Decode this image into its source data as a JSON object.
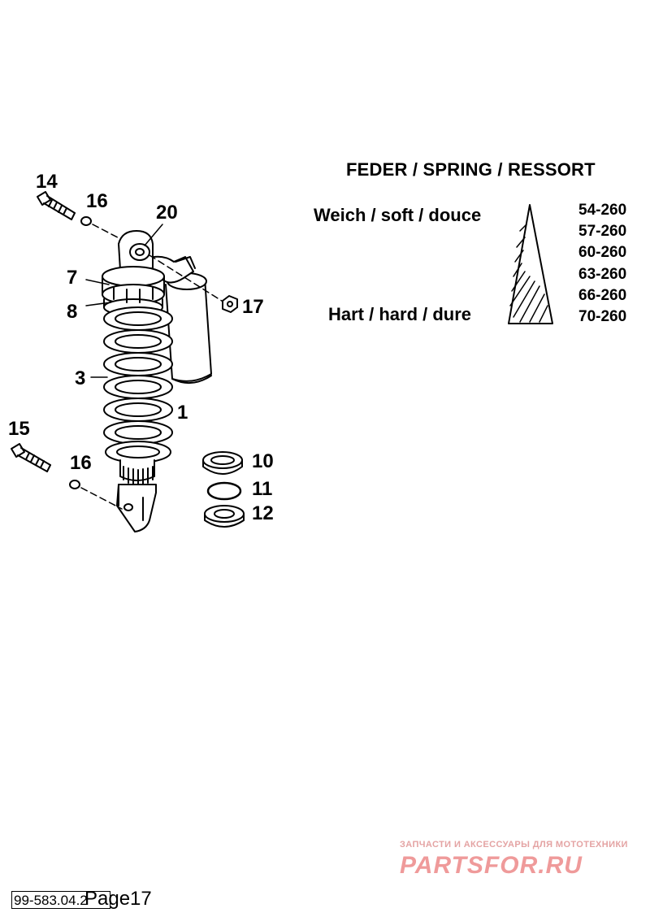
{
  "callouts": [
    {
      "id": "14",
      "text": "14"
    },
    {
      "id": "16a",
      "text": "16"
    },
    {
      "id": "20",
      "text": "20"
    },
    {
      "id": "7",
      "text": "7"
    },
    {
      "id": "17",
      "text": "17"
    },
    {
      "id": "8",
      "text": "8"
    },
    {
      "id": "3",
      "text": "3"
    },
    {
      "id": "1",
      "text": "1"
    },
    {
      "id": "15",
      "text": "15"
    },
    {
      "id": "16b",
      "text": "16"
    },
    {
      "id": "10",
      "text": "10"
    },
    {
      "id": "11",
      "text": "11"
    },
    {
      "id": "12",
      "text": "12"
    }
  ],
  "spring": {
    "title": "FEDER / SPRING / RESSORT",
    "soft_label": "Weich / soft / douce",
    "hard_label": "Hart / hard / dure",
    "rates": [
      "54-260",
      "57-260",
      "60-260",
      "63-260",
      "66-260",
      "70-260"
    ]
  },
  "watermark": {
    "top": "ЗАПЧАСТИ И АКСЕССУАРЫ ДЛЯ МОТОТЕХНИКИ",
    "logo": "PARTSFOR.RU"
  },
  "footer": {
    "doc_code": "99-583.04.2",
    "page": "Page17"
  }
}
